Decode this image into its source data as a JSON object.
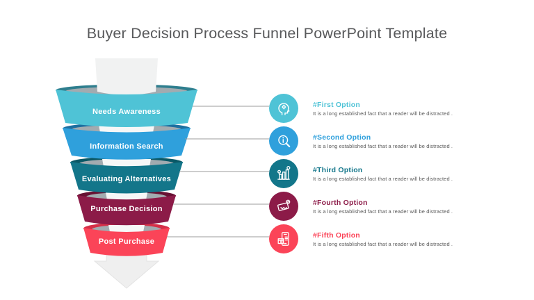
{
  "title": "Buyer Decision Process Funnel PowerPoint Template",
  "funnel": {
    "stages": [
      {
        "label": "Needs Awareness",
        "fill": "#4FC3D6",
        "rim": "#2E7E8E"
      },
      {
        "label": "Information Search",
        "fill": "#2FA0DC",
        "rim": "#1D6FA0"
      },
      {
        "label": "Evaluating Alternatives",
        "fill": "#13768A",
        "rim": "#0A5866"
      },
      {
        "label": "Purchase Decision",
        "fill": "#8C1B48",
        "rim": "#671133"
      },
      {
        "label": "Post Purchase",
        "fill": "#FB4458",
        "rim": "#D52F48"
      }
    ],
    "arrow_color": "#F1F2F2",
    "connector_color": "#9B9B9B"
  },
  "options": [
    {
      "heading": "#First Option",
      "description": "It is a long established fact that a reader will be distracted .",
      "color": "#4FC3D6",
      "icon": "mind-gears-icon"
    },
    {
      "heading": "#Second Option",
      "description": "It is a long established fact that a reader will be distracted .",
      "color": "#2FA0DC",
      "icon": "search-info-icon"
    },
    {
      "heading": "#Third Option",
      "description": "It is a long established fact that a reader will be distracted .",
      "color": "#13768A",
      "icon": "evaluation-chart-icon"
    },
    {
      "heading": "#Fourth Option",
      "description": "It is a long established fact that a reader will be distracted .",
      "color": "#8C1B48",
      "icon": "handshake-icon"
    },
    {
      "heading": "#Fifth Option",
      "description": "It is a long established fact that a reader will be distracted .",
      "color": "#FB4458",
      "icon": "mobile-purchase-icon"
    }
  ]
}
